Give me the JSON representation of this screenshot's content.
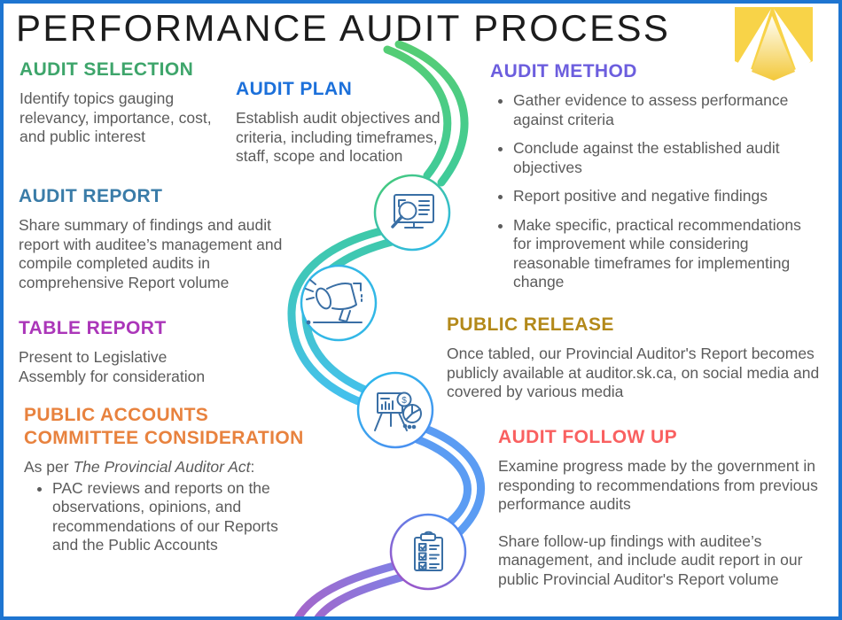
{
  "title": "PERFORMANCE AUDIT PROCESS",
  "logo": {
    "name": "provincial-auditor-logo",
    "gold": "#F8D348",
    "gradient_top": "#FFFEF5",
    "gradient_bottom": "#F3C93C"
  },
  "frame": {
    "border_color": "#1E75D1",
    "body_text_color": "#5B5B5B"
  },
  "path_colors": {
    "green_start": "#55CD75",
    "green_end": "#3FCB9A",
    "cyan_start": "#3EC9A8",
    "cyan_end": "#45C0F0",
    "blue": "#5B9CF3",
    "purple_start": "#7A84E9",
    "purple_end": "#A565C9",
    "circle1_start": "#44C97E",
    "circle1_end": "#2FB9E8",
    "circle2": "#32B7E6",
    "circle3_start": "#2EB6EC",
    "circle3_end": "#4A8FF0",
    "circle4_start": "#4E8EF2",
    "circle4_end": "#9C55C8",
    "icon_stroke": "#3A6FA5"
  },
  "process_icons": [
    {
      "name": "research-monitor-icon"
    },
    {
      "name": "megaphone-icon"
    },
    {
      "name": "presentation-chart-icon"
    },
    {
      "name": "checklist-clipboard-icon"
    }
  ],
  "sections": {
    "audit_selection": {
      "heading": "AUDIT SELECTION",
      "color": "#3EA56B",
      "body": "Identify topics gauging relevancy, importance, cost, and public interest"
    },
    "audit_plan": {
      "heading": "AUDIT PLAN",
      "color": "#1C70DA",
      "body": "Establish audit objectives and criteria, including timeframes, staff, scope and location"
    },
    "audit_method": {
      "heading": "AUDIT METHOD",
      "color": "#6C5EDE",
      "bullets": [
        "Gather evidence to assess performance against criteria",
        "Conclude against the established audit objectives",
        "Report positive and negative findings",
        "Make specific, practical recommendations for improvement while considering reasonable timeframes for implementing change"
      ]
    },
    "audit_report": {
      "heading": "AUDIT REPORT",
      "color": "#3A7CA8",
      "body": "Share summary of findings and audit report with auditee’s management and compile completed audits in comprehensive Report volume"
    },
    "table_report": {
      "heading": "TABLE REPORT",
      "color": "#AB36B9",
      "body": "Present to Legislative Assembly for consideration"
    },
    "public_accounts": {
      "heading_line1": "PUBLIC ACCOUNTS",
      "heading_line2": "COMMITTEE CONSIDERATION",
      "color": "#E8823E",
      "intro_prefix": "As per ",
      "act_title": "The Provincial Auditor Act",
      "intro_suffix": ":",
      "bullets": [
        "PAC reviews and reports on the observations, opinions, and recommendations of our Reports and the Public Accounts"
      ]
    },
    "public_release": {
      "heading": "PUBLIC RELEASE",
      "color": "#B3891A",
      "body": "Once tabled, our Provincial Auditor's Report becomes publicly available at auditor.sk.ca, on social media and covered by various media"
    },
    "audit_follow_up": {
      "heading": "AUDIT FOLLOW UP",
      "color": "#F96060",
      "paragraphs": [
        "Examine progress made by the government in responding to recommendations from previous performance audits",
        "Share follow-up findings with auditee’s management, and include audit report in our public Provincial Auditor's Report volume"
      ]
    }
  }
}
